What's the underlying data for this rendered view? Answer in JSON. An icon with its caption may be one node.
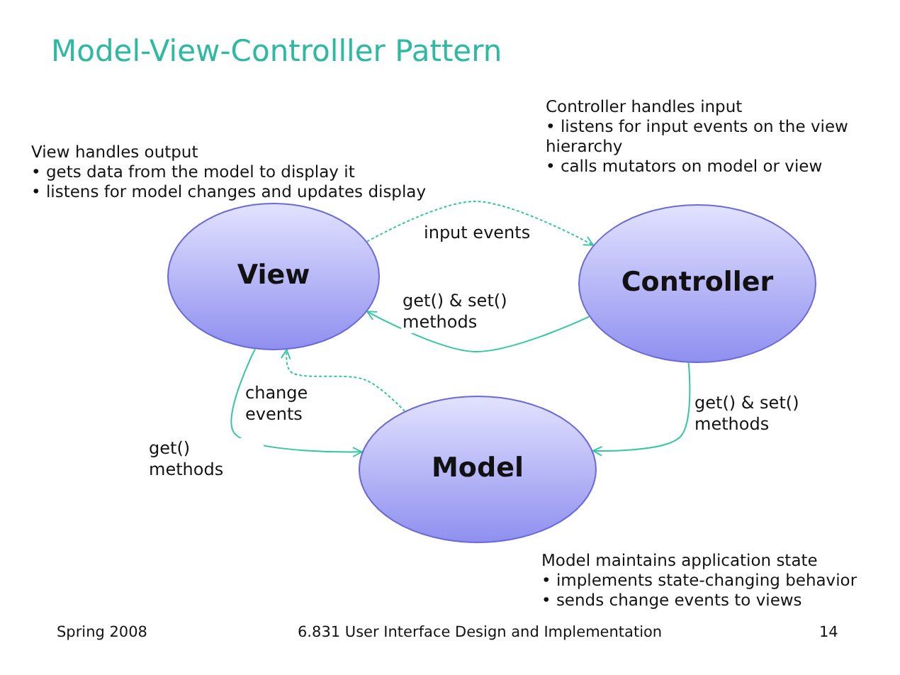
{
  "diagram": {
    "title": "Model-View-Controlller Pattern",
    "nodes": [
      {
        "text": [
          "View"
        ],
        "beside": [
          "View handles output",
          "• gets data from the model to display it",
          "• listens for model changes and updates display"
        ]
      },
      {
        "text": [
          "Controller"
        ],
        "beside": [
          "Controller handles input",
          "• listens for input events on the view hierarchy",
          "• calls mutators on model or view"
        ]
      },
      {
        "text": [
          "Model"
        ],
        "beside": [
          "Model maintains application state",
          "• implements state-changing behavior",
          "• sends change events to views"
        ]
      }
    ],
    "edges": [
      {
        "from": 0,
        "to": 1,
        "arrow": "to",
        "label": "input events",
        "style": "dashed"
      },
      {
        "from": 1,
        "to": 0,
        "arrow": "to",
        "label": "get() & set() methods"
      },
      {
        "from": 2,
        "to": 0,
        "arrow": "to",
        "label": "change events",
        "style": "dashed"
      },
      {
        "from": 0,
        "to": 2,
        "arrow": "to",
        "label": "get() methods"
      },
      {
        "from": 1,
        "to": 2,
        "arrow": "to",
        "label": "get() & set() methods"
      }
    ],
    "labels": [
      "Spring 2008",
      "6.831 User Interface Design and Implementation",
      "14"
    ]
  }
}
